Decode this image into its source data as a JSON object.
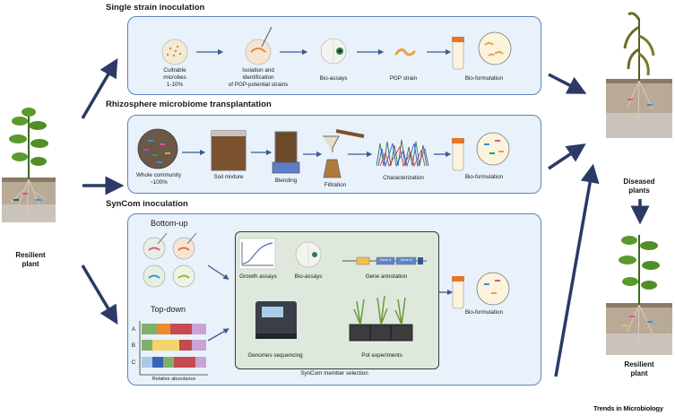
{
  "sections": {
    "single": {
      "title": "Single strain inoculation",
      "steps": [
        "Cultrable\nmicrobes\n1-10%",
        "Isolation and\nidentification\nof PGP-potential strains",
        "Bio-assays",
        "PGP strain",
        "Bio-formulation"
      ]
    },
    "rhizo": {
      "title": "Rhizosphere microbiome transplantation",
      "steps": [
        "Whole community\n~100%",
        "Soil mixture",
        "Blending",
        "Filtration",
        "Characterization",
        "Bio-formulation"
      ]
    },
    "syncom": {
      "title": "SynCom inoculation",
      "bottom_up": "Bottom-up",
      "top_down": "Top-down",
      "bar_labels": [
        "A",
        "B",
        "C"
      ],
      "bar_axis": "Relative abundance",
      "selection_items": [
        "Growth assays",
        "Bio-assays",
        "Gene annotation",
        "Genomes sequencing",
        "Pot experiments"
      ],
      "genes": [
        "Gene A",
        "Gene B"
      ],
      "selection_title": "SynCom member selection",
      "formulation": "Bio-formulation"
    }
  },
  "plants": {
    "left": "Resilient\nplant",
    "diseased": "Diseased\nplants",
    "right": "Resilient\nplant"
  },
  "journal": "Trends in Microbiology",
  "colors": {
    "panel_bg": "#e9f1fb",
    "panel_border": "#5f84b8",
    "arrow": "#2b3a67",
    "inner_bg": "#dfe8dd"
  }
}
